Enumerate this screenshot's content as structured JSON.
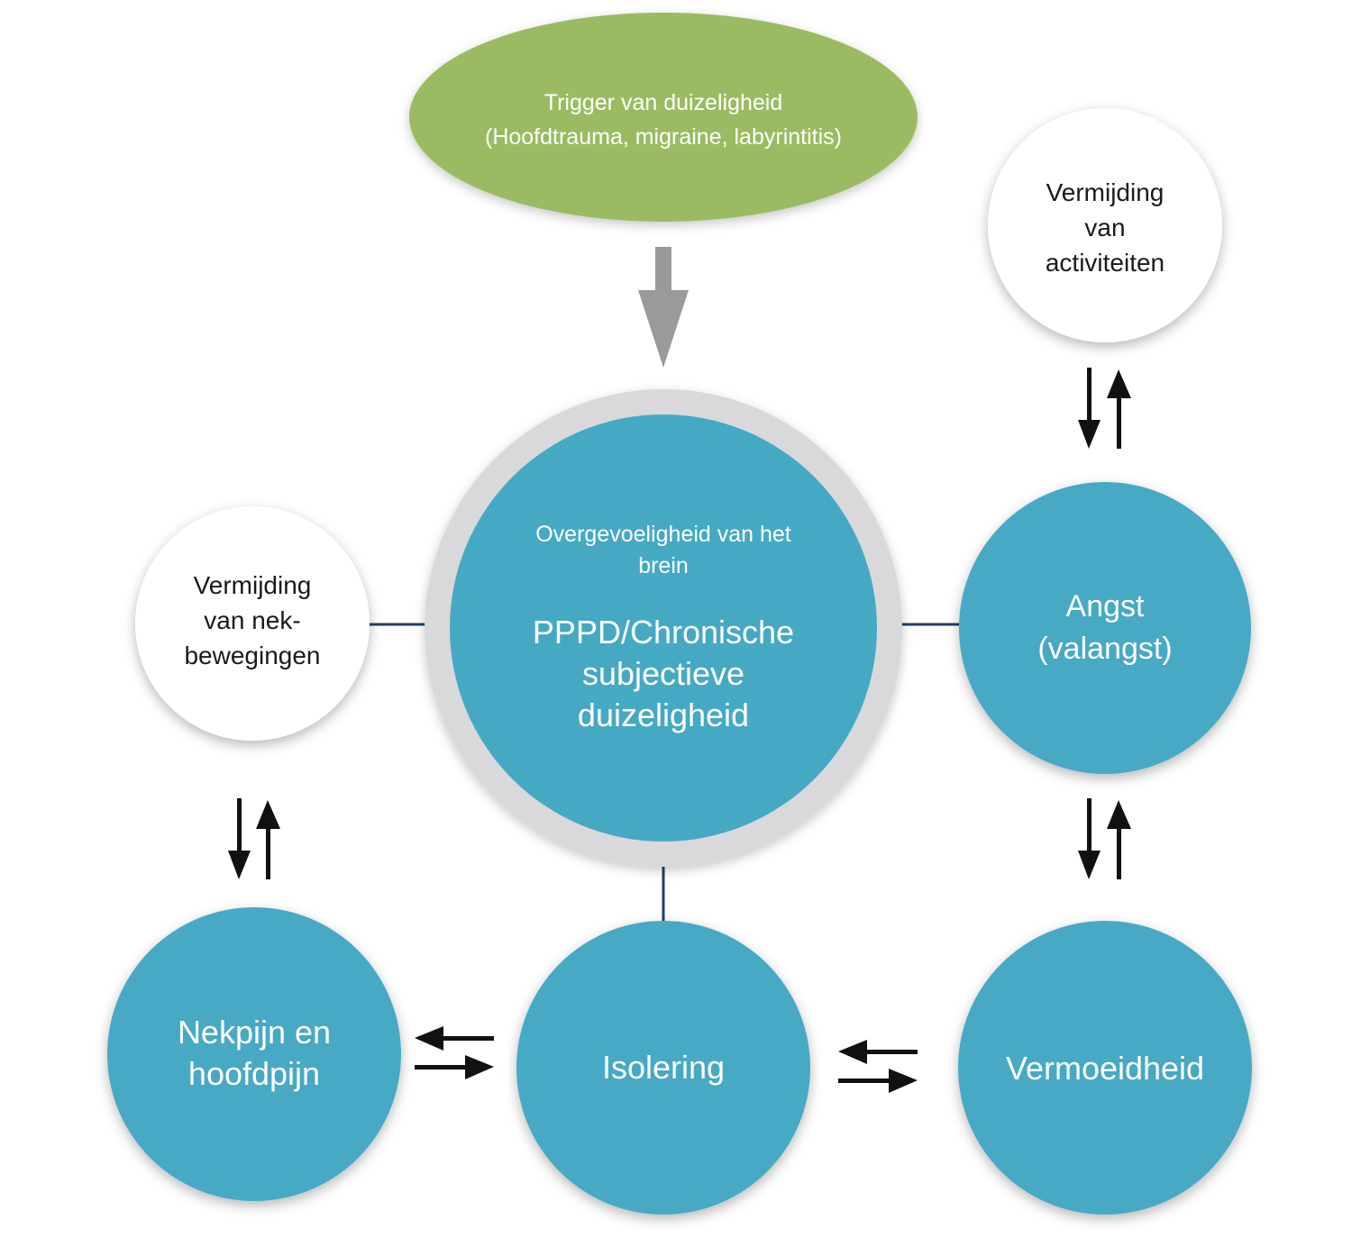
{
  "colors": {
    "teal": "#46a9c4",
    "green": "#9bbb62",
    "gray_ring": "#d9d9dc",
    "connector": "#1f3f66",
    "trigger_arrow": "#9a9a9a",
    "arrow_black": "#111111"
  },
  "trigger": {
    "line1": "Trigger van duizeligheid",
    "line2": "(Hoofdtrauma, migraine, labyrintitis)"
  },
  "center": {
    "subtitle_line1": "Overgevoeligheid van het",
    "subtitle_line2": "brein",
    "title_line1": "PPPD/Chronische",
    "title_line2": "subjectieve",
    "title_line3": "duizeligheid"
  },
  "avoid_activities": {
    "line1": "Vermijding",
    "line2": "van",
    "line3": "activiteiten"
  },
  "avoid_neck": {
    "line1": "Vermijding",
    "line2": "van nek-",
    "line3": "bewegingen"
  },
  "anxiety": {
    "line1": "Angst",
    "line2": "(valangst)"
  },
  "neck_pain": {
    "line1": "Nekpijn en",
    "line2": "hoofdpijn"
  },
  "isolation": {
    "label": "Isolering"
  },
  "fatigue": {
    "label": "Vermoeidheid"
  }
}
